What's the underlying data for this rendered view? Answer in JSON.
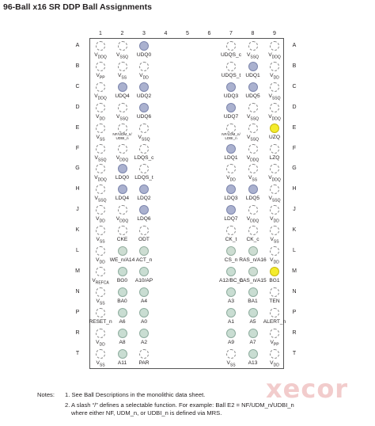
{
  "title": "96-Ball x16 SR DDP Ball Assignments",
  "columns": [
    "1",
    "2",
    "3",
    "4",
    "5",
    "6",
    "7",
    "8",
    "9"
  ],
  "rows": [
    "A",
    "B",
    "C",
    "D",
    "E",
    "F",
    "G",
    "H",
    "J",
    "K",
    "L",
    "M",
    "N",
    "P",
    "R",
    "T"
  ],
  "colors": {
    "data_ball": "#aab1cf",
    "addr_ball": "#c9ddd2",
    "highlight_ball": "#f4ec2c",
    "empty_ball": "#ffffff"
  },
  "balls": [
    {
      "row": "A",
      "col": 1,
      "label": "VDDQ",
      "fill": "empty"
    },
    {
      "row": "A",
      "col": 2,
      "label": "VSSQ",
      "fill": "empty"
    },
    {
      "row": "A",
      "col": 3,
      "label": "UDQ0",
      "fill": "data"
    },
    {
      "row": "A",
      "col": 7,
      "label": "UDQS_c",
      "fill": "empty"
    },
    {
      "row": "A",
      "col": 8,
      "label": "VSSQ",
      "fill": "empty"
    },
    {
      "row": "A",
      "col": 9,
      "label": "VDDQ",
      "fill": "empty"
    },
    {
      "row": "B",
      "col": 1,
      "label": "VPP",
      "fill": "empty"
    },
    {
      "row": "B",
      "col": 2,
      "label": "VSS",
      "fill": "empty"
    },
    {
      "row": "B",
      "col": 3,
      "label": "VDD",
      "fill": "empty"
    },
    {
      "row": "B",
      "col": 7,
      "label": "UDQS_t",
      "fill": "empty"
    },
    {
      "row": "B",
      "col": 8,
      "label": "UDQ1",
      "fill": "data"
    },
    {
      "row": "B",
      "col": 9,
      "label": "VDD",
      "fill": "empty"
    },
    {
      "row": "C",
      "col": 1,
      "label": "VDDQ",
      "fill": "empty"
    },
    {
      "row": "C",
      "col": 2,
      "label": "UDQ4",
      "fill": "data"
    },
    {
      "row": "C",
      "col": 3,
      "label": "UDQ2",
      "fill": "data"
    },
    {
      "row": "C",
      "col": 7,
      "label": "UDQ3",
      "fill": "data"
    },
    {
      "row": "C",
      "col": 8,
      "label": "UDQ5",
      "fill": "data"
    },
    {
      "row": "C",
      "col": 9,
      "label": "VSSQ",
      "fill": "empty"
    },
    {
      "row": "D",
      "col": 1,
      "label": "VDD",
      "fill": "empty"
    },
    {
      "row": "D",
      "col": 2,
      "label": "VSSQ",
      "fill": "empty"
    },
    {
      "row": "D",
      "col": 3,
      "label": "UDQ6",
      "fill": "data"
    },
    {
      "row": "D",
      "col": 7,
      "label": "UDQ7",
      "fill": "data"
    },
    {
      "row": "D",
      "col": 8,
      "label": "VSSQ",
      "fill": "empty"
    },
    {
      "row": "D",
      "col": 9,
      "label": "VDDQ",
      "fill": "empty"
    },
    {
      "row": "E",
      "col": 1,
      "label": "VSS",
      "fill": "empty"
    },
    {
      "row": "E",
      "col": 2,
      "label": "NF/UDM_n/ UDBI_n",
      "fill": "empty",
      "small": true
    },
    {
      "row": "E",
      "col": 3,
      "label": "VSSQ",
      "fill": "empty"
    },
    {
      "row": "E",
      "col": 7,
      "label": "NF/LDM_n/ LDBI_n",
      "fill": "empty",
      "small": true
    },
    {
      "row": "E",
      "col": 8,
      "label": "VSSQ",
      "fill": "empty"
    },
    {
      "row": "E",
      "col": 9,
      "label": "UZQ",
      "fill": "yellow"
    },
    {
      "row": "F",
      "col": 1,
      "label": "VSSQ",
      "fill": "empty"
    },
    {
      "row": "F",
      "col": 2,
      "label": "VDDQ",
      "fill": "empty"
    },
    {
      "row": "F",
      "col": 3,
      "label": "LDQS_c",
      "fill": "empty"
    },
    {
      "row": "F",
      "col": 7,
      "label": "LDQ1",
      "fill": "data"
    },
    {
      "row": "F",
      "col": 8,
      "label": "VDDQ",
      "fill": "empty"
    },
    {
      "row": "F",
      "col": 9,
      "label": "LZQ",
      "fill": "empty"
    },
    {
      "row": "G",
      "col": 1,
      "label": "VDDQ",
      "fill": "empty"
    },
    {
      "row": "G",
      "col": 2,
      "label": "LDQ0",
      "fill": "data"
    },
    {
      "row": "G",
      "col": 3,
      "label": "LDQS_t",
      "fill": "empty"
    },
    {
      "row": "G",
      "col": 7,
      "label": "VDD",
      "fill": "empty"
    },
    {
      "row": "G",
      "col": 8,
      "label": "VSS",
      "fill": "empty"
    },
    {
      "row": "G",
      "col": 9,
      "label": "VDDQ",
      "fill": "empty"
    },
    {
      "row": "H",
      "col": 1,
      "label": "VSSQ",
      "fill": "empty"
    },
    {
      "row": "H",
      "col": 2,
      "label": "LDQ4",
      "fill": "data"
    },
    {
      "row": "H",
      "col": 3,
      "label": "LDQ2",
      "fill": "data"
    },
    {
      "row": "H",
      "col": 7,
      "label": "LDQ3",
      "fill": "data"
    },
    {
      "row": "H",
      "col": 8,
      "label": "LDQ5",
      "fill": "data"
    },
    {
      "row": "H",
      "col": 9,
      "label": "VSSQ",
      "fill": "empty"
    },
    {
      "row": "J",
      "col": 1,
      "label": "VDD",
      "fill": "empty"
    },
    {
      "row": "J",
      "col": 2,
      "label": "VDDQ",
      "fill": "empty"
    },
    {
      "row": "J",
      "col": 3,
      "label": "LDQ6",
      "fill": "data"
    },
    {
      "row": "J",
      "col": 7,
      "label": "LDQ7",
      "fill": "data"
    },
    {
      "row": "J",
      "col": 8,
      "label": "VDDQ",
      "fill": "empty"
    },
    {
      "row": "J",
      "col": 9,
      "label": "VDD",
      "fill": "empty"
    },
    {
      "row": "K",
      "col": 1,
      "label": "VSS",
      "fill": "empty"
    },
    {
      "row": "K",
      "col": 2,
      "label": "CKE",
      "fill": "empty"
    },
    {
      "row": "K",
      "col": 3,
      "label": "ODT",
      "fill": "empty"
    },
    {
      "row": "K",
      "col": 7,
      "label": "CK_t",
      "fill": "empty"
    },
    {
      "row": "K",
      "col": 8,
      "label": "CK_c",
      "fill": "empty"
    },
    {
      "row": "K",
      "col": 9,
      "label": "VSS",
      "fill": "empty"
    },
    {
      "row": "L",
      "col": 1,
      "label": "VDD",
      "fill": "empty"
    },
    {
      "row": "L",
      "col": 2,
      "label": "WE_n/A14",
      "fill": "ctrl"
    },
    {
      "row": "L",
      "col": 3,
      "label": "ACT_n",
      "fill": "ctrl"
    },
    {
      "row": "L",
      "col": 7,
      "label": "CS_n",
      "fill": "ctrl"
    },
    {
      "row": "L",
      "col": 8,
      "label": "RAS_n/A16",
      "fill": "ctrl"
    },
    {
      "row": "L",
      "col": 9,
      "label": "VDD",
      "fill": "empty"
    },
    {
      "row": "M",
      "col": 1,
      "label": "VREFCA",
      "fill": "empty"
    },
    {
      "row": "M",
      "col": 2,
      "label": "BG0",
      "fill": "addr"
    },
    {
      "row": "M",
      "col": 3,
      "label": "A10/AP",
      "fill": "addr"
    },
    {
      "row": "M",
      "col": 7,
      "label": "A12/BC_n",
      "fill": "addr"
    },
    {
      "row": "M",
      "col": 8,
      "label": "CAS_n/A15",
      "fill": "ctrl"
    },
    {
      "row": "M",
      "col": 9,
      "label": "BG1",
      "fill": "yellow"
    },
    {
      "row": "N",
      "col": 1,
      "label": "VSS",
      "fill": "empty"
    },
    {
      "row": "N",
      "col": 2,
      "label": "BA0",
      "fill": "addr"
    },
    {
      "row": "N",
      "col": 3,
      "label": "A4",
      "fill": "addr"
    },
    {
      "row": "N",
      "col": 7,
      "label": "A3",
      "fill": "addr"
    },
    {
      "row": "N",
      "col": 8,
      "label": "BA1",
      "fill": "addr"
    },
    {
      "row": "N",
      "col": 9,
      "label": "TEN",
      "fill": "empty"
    },
    {
      "row": "P",
      "col": 1,
      "label": "RESET_n",
      "fill": "empty"
    },
    {
      "row": "P",
      "col": 2,
      "label": "A6",
      "fill": "addr"
    },
    {
      "row": "P",
      "col": 3,
      "label": "A0",
      "fill": "addr"
    },
    {
      "row": "P",
      "col": 7,
      "label": "A1",
      "fill": "addr"
    },
    {
      "row": "P",
      "col": 8,
      "label": "A5",
      "fill": "addr"
    },
    {
      "row": "P",
      "col": 9,
      "label": "ALERT_n",
      "fill": "empty"
    },
    {
      "row": "R",
      "col": 1,
      "label": "VDD",
      "fill": "empty"
    },
    {
      "row": "R",
      "col": 2,
      "label": "A8",
      "fill": "addr"
    },
    {
      "row": "R",
      "col": 3,
      "label": "A2",
      "fill": "addr"
    },
    {
      "row": "R",
      "col": 7,
      "label": "A9",
      "fill": "addr"
    },
    {
      "row": "R",
      "col": 8,
      "label": "A7",
      "fill": "addr"
    },
    {
      "row": "R",
      "col": 9,
      "label": "VPP",
      "fill": "empty"
    },
    {
      "row": "T",
      "col": 1,
      "label": "VSS",
      "fill": "empty"
    },
    {
      "row": "T",
      "col": 2,
      "label": "A11",
      "fill": "addr"
    },
    {
      "row": "T",
      "col": 3,
      "label": "PAR",
      "fill": "empty"
    },
    {
      "row": "T",
      "col": 7,
      "label": "VSS",
      "fill": "empty"
    },
    {
      "row": "T",
      "col": 8,
      "label": "A13",
      "fill": "addr"
    },
    {
      "row": "T",
      "col": 9,
      "label": "VDD",
      "fill": "empty"
    }
  ],
  "notes": {
    "label": "Notes:",
    "items": [
      "1. See Ball Descriptions in the monolithic data sheet.",
      "2. A slash “/” defines a selectable function. For example: Ball E2 = NF/UDM_n/UDBI_n",
      "where either NF, UDM_n, or UDBI_n is defined via MRS."
    ]
  },
  "watermark": "xecor"
}
